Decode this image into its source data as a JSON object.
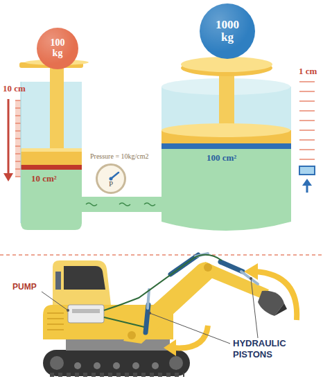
{
  "diagram": {
    "nodes": [
      {
        "text": [
          "100 kg"
        ]
      },
      {
        "text": [
          "1000 kg"
        ]
      },
      {
        "text": [
          "Pressure = 10kg/cm2",
          "P"
        ]
      }
    ],
    "labels": [
      "10 cm",
      "1 cm",
      "10 cm²",
      "100 cm²",
      "PUMP",
      "HYDRAULIC PISTONS"
    ]
  }
}
